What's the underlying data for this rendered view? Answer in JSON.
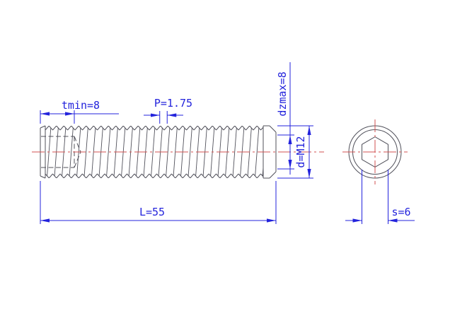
{
  "drawing": {
    "labels": {
      "tmin": "tmin=8",
      "pitch": "P=1.75",
      "dzmax": "dzmax=8",
      "diameter": "d=M12",
      "length": "L=55",
      "socket_width": "s=6"
    },
    "colors": {
      "dimension_blue": "#2323dc",
      "centerline_red": "#d05050",
      "outline_gray": "#50505a",
      "background": "#ffffff"
    }
  }
}
